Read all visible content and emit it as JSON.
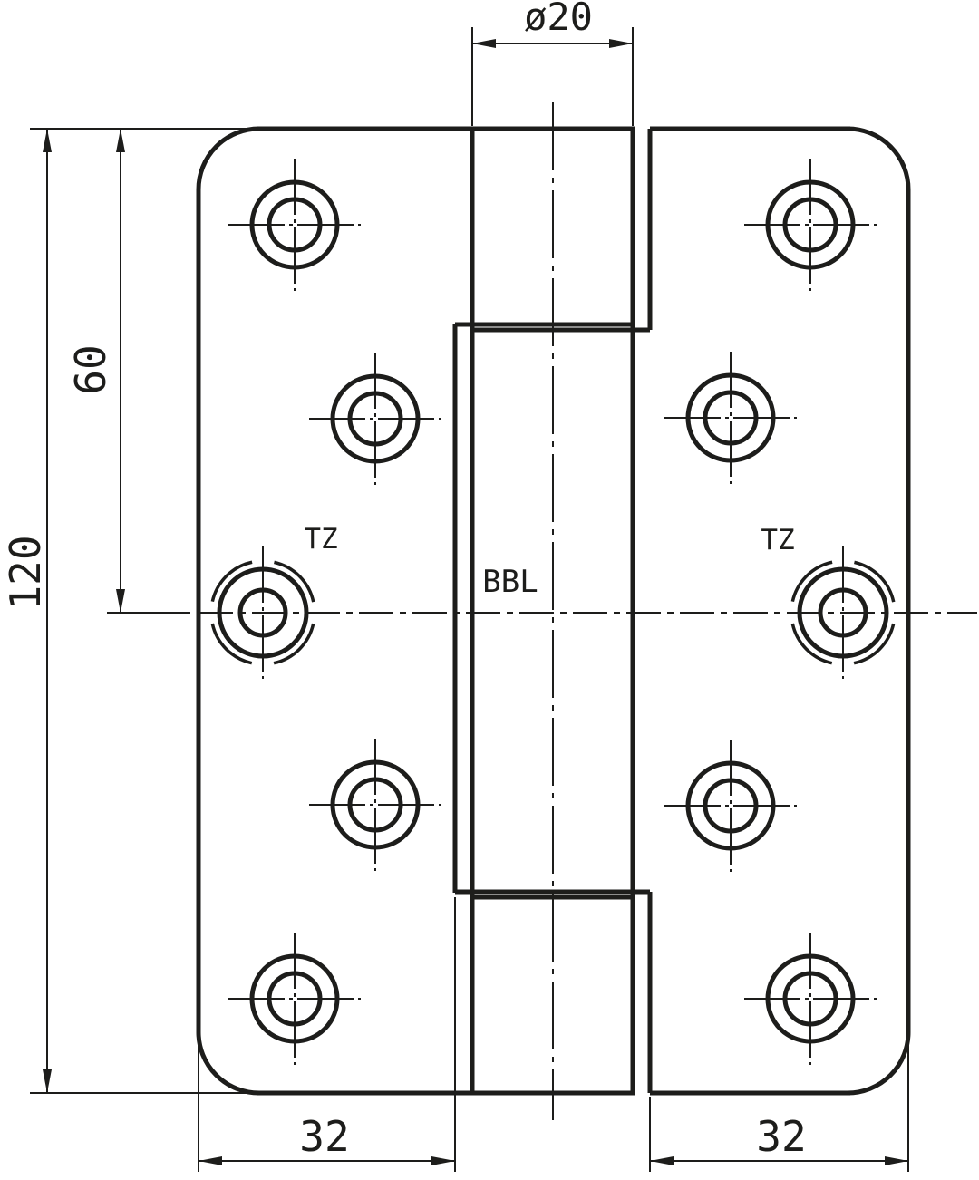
{
  "drawing": {
    "dimensions": {
      "barrel_diameter": "ø20",
      "overall_height": "120",
      "pivot_offset": "60",
      "left_hole_offset": "32",
      "right_hole_offset": "32"
    },
    "labels": {
      "left_plate_code": "TZ",
      "right_plate_code": "TZ",
      "barrel_code": "BBL"
    },
    "colors": {
      "line": "#1d1d1b",
      "background": "#ffffff"
    }
  }
}
